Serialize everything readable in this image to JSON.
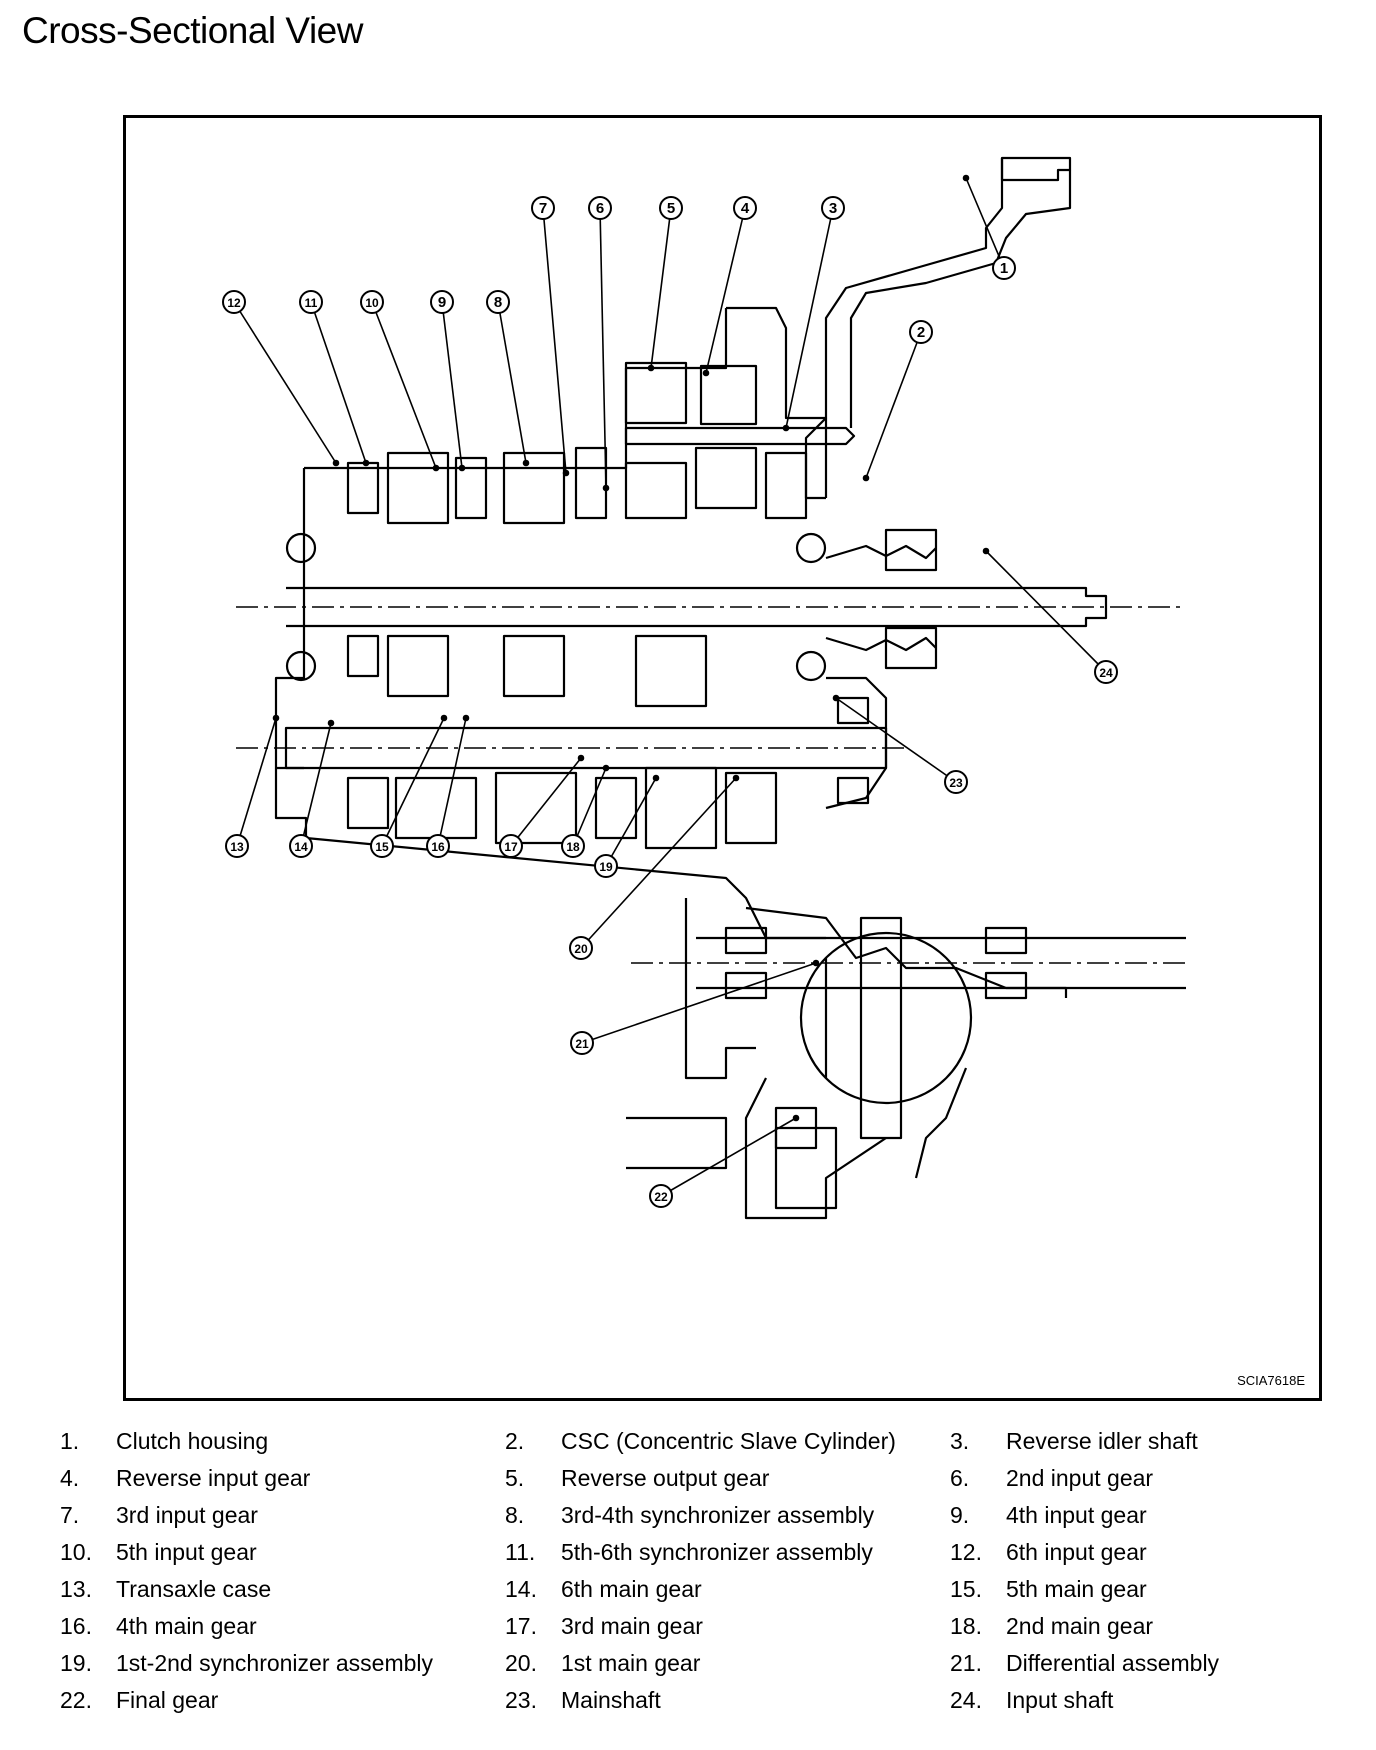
{
  "title": "Cross-Sectional View",
  "figure_code": "SCIA7618E",
  "legend": [
    {
      "num": "1.",
      "label": "Clutch housing"
    },
    {
      "num": "2.",
      "label": "CSC (Concentric Slave Cylinder)"
    },
    {
      "num": "3.",
      "label": "Reverse idler shaft"
    },
    {
      "num": "4.",
      "label": "Reverse input gear"
    },
    {
      "num": "5.",
      "label": "Reverse output gear"
    },
    {
      "num": "6.",
      "label": "2nd input gear"
    },
    {
      "num": "7.",
      "label": "3rd input gear"
    },
    {
      "num": "8.",
      "label": "3rd-4th synchronizer assembly"
    },
    {
      "num": "9.",
      "label": "4th input gear"
    },
    {
      "num": "10.",
      "label": "5th input gear"
    },
    {
      "num": "11.",
      "label": "5th-6th synchronizer assembly"
    },
    {
      "num": "12.",
      "label": "6th input gear"
    },
    {
      "num": "13.",
      "label": "Transaxle case"
    },
    {
      "num": "14.",
      "label": "6th main gear"
    },
    {
      "num": "15.",
      "label": "5th main gear"
    },
    {
      "num": "16.",
      "label": "4th main gear"
    },
    {
      "num": "17.",
      "label": "3rd main gear"
    },
    {
      "num": "18.",
      "label": "2nd main gear"
    },
    {
      "num": "19.",
      "label": "1st-2nd synchronizer assembly"
    },
    {
      "num": "20.",
      "label": "1st main gear"
    },
    {
      "num": "21.",
      "label": "Differential assembly"
    },
    {
      "num": "22.",
      "label": "Final gear"
    },
    {
      "num": "23.",
      "label": "Mainshaft"
    },
    {
      "num": "24.",
      "label": "Input shaft"
    }
  ],
  "callouts": [
    "1",
    "2",
    "3",
    "4",
    "5",
    "6",
    "7",
    "8",
    "9",
    "10",
    "11",
    "12",
    "13",
    "14",
    "15",
    "16",
    "17",
    "18",
    "19",
    "20",
    "21",
    "22",
    "23",
    "24"
  ]
}
